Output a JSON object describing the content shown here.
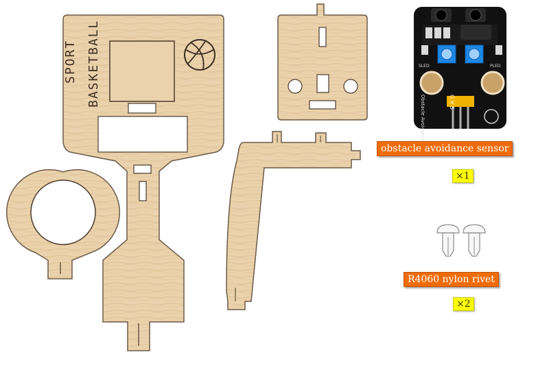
{
  "board_text": {
    "line1": "SPORT",
    "line2": "BASKETBALL"
  },
  "parts": {
    "sensor": {
      "name": "obstacle avoidance sensor",
      "qty": "×1"
    },
    "rivet": {
      "name": "R4060 nylon rivet",
      "qty": "×2"
    }
  },
  "sensor_pcb": {
    "left_marking": "SLED",
    "right_marking": "PLED",
    "pins": "G V S",
    "caption": "Obstacle Avoidance"
  },
  "colors": {
    "wood": "#ead2ac",
    "wood_outline": "#6b5a48",
    "label_bg": "#ef6c0a",
    "qty_bg": "#ffff00",
    "pcb": "#111111",
    "potentiometer": "#1e88e5"
  }
}
